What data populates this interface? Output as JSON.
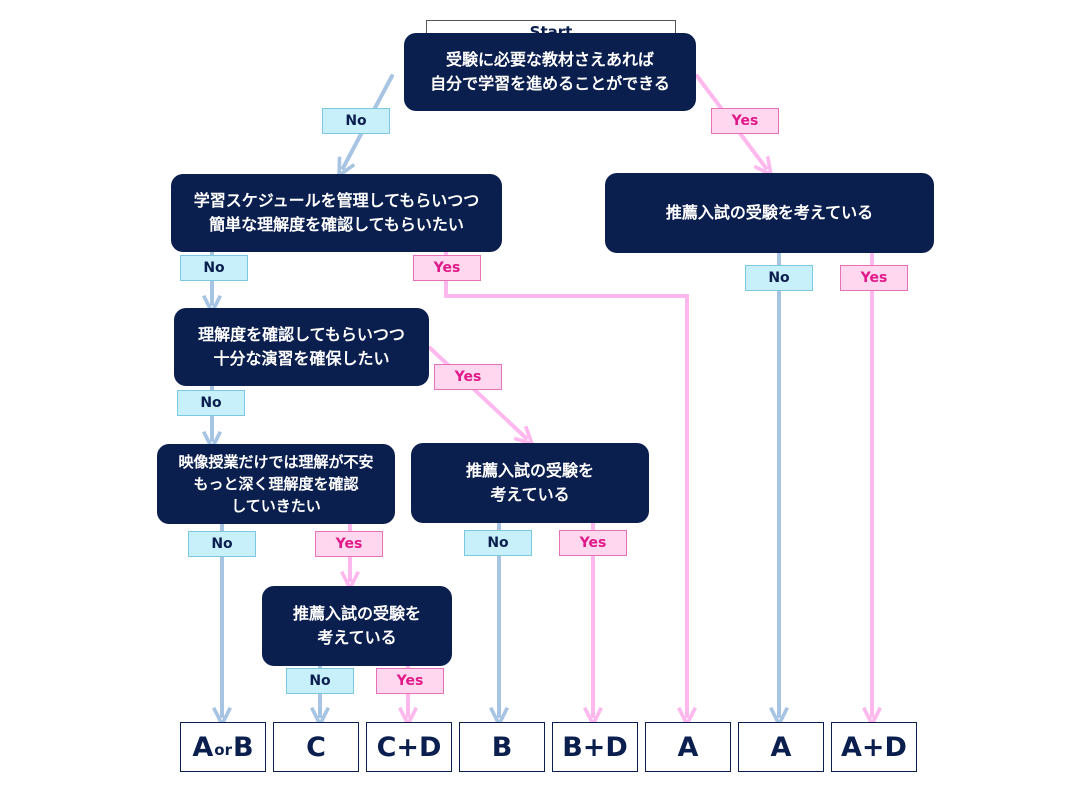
{
  "colors": {
    "node_fill": "#0b1f4f",
    "node_text": "#ffffff",
    "no_arrow": "#a7c4e3",
    "yes_arrow": "#ffb8ee",
    "no_label_fill": "#c8f0fb",
    "yes_label_fill": "#ffd8ef",
    "yes_label_text": "#e0198a"
  },
  "start": "Start",
  "nodes": {
    "q1": "受験に必要な教材さえあれば\n自分で学習を進めることができる",
    "q2": "学習スケジュールを管理してもらいつつ\n簡単な理解度を確認してもらいたい",
    "q3": "推薦入試の受験を考えている",
    "q4": "理解度を確認してもらいつつ\n十分な演習を確保したい",
    "q5": "映像授業だけでは理解が不安\nもっと深く理解度を確認\nしていきたい",
    "q6": "推薦入試の受験を\n考えている",
    "q7": "推薦入試の受験を\n考えている"
  },
  "labels": {
    "no": "No",
    "yes": "Yes"
  },
  "results": {
    "r1_a": "A",
    "r1_or": "or",
    "r1_b": "B",
    "r2": "C",
    "r3": "C+D",
    "r4": "B",
    "r5": "B+D",
    "r6": "A",
    "r7": "A",
    "r8": "A+D"
  }
}
